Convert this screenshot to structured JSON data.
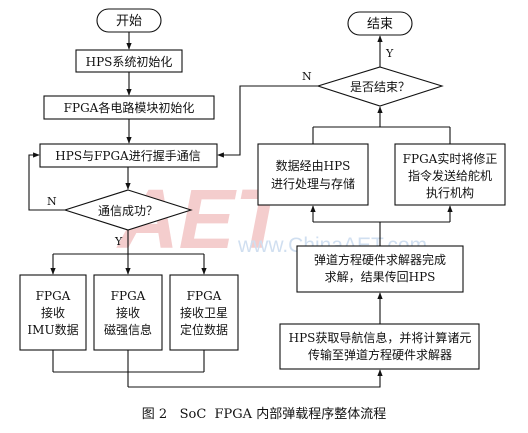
{
  "flowchart": {
    "start": "开始",
    "end": "结束",
    "hps_init": "HPS系统初始化",
    "fpga_init": "FPGA各电路模块初始化",
    "handshake": "HPS与FPGA进行握手通信",
    "comm_ok": "通信成功？",
    "no_label": "N",
    "yes_label": "Y",
    "imu_line1": "FPGA",
    "imu_line2": "接收",
    "imu_line3": "IMU数据",
    "mag_line1": "FPGA",
    "mag_line2": "接收",
    "mag_line3": "磁强信息",
    "sat_line1": "FPGA",
    "sat_line2": "接收卫星",
    "sat_line3": "定位数据",
    "hps_get_line1": "HPS获取导航信息，并将计算诸元",
    "hps_get_line2": "传输至弹道方程硬件求解器",
    "solver_line1": "弹道方程硬件求解器完成",
    "solver_line2": "求解，结果传回HPS",
    "process_line1": "数据经由HPS",
    "process_line2": "进行处理与存储",
    "correct_line1": "FPGA实时将修正",
    "correct_line2": "指令发送给舵机",
    "correct_line3": "执行机构",
    "is_end": "是否结束？",
    "end_no_label": "N",
    "end_yes_label": "Y"
  },
  "caption": "图 2   SoC  FPGA 内部弹载程序整体流程",
  "watermark": {
    "brand": "AET",
    "site": "www.ChinaAET.com"
  }
}
